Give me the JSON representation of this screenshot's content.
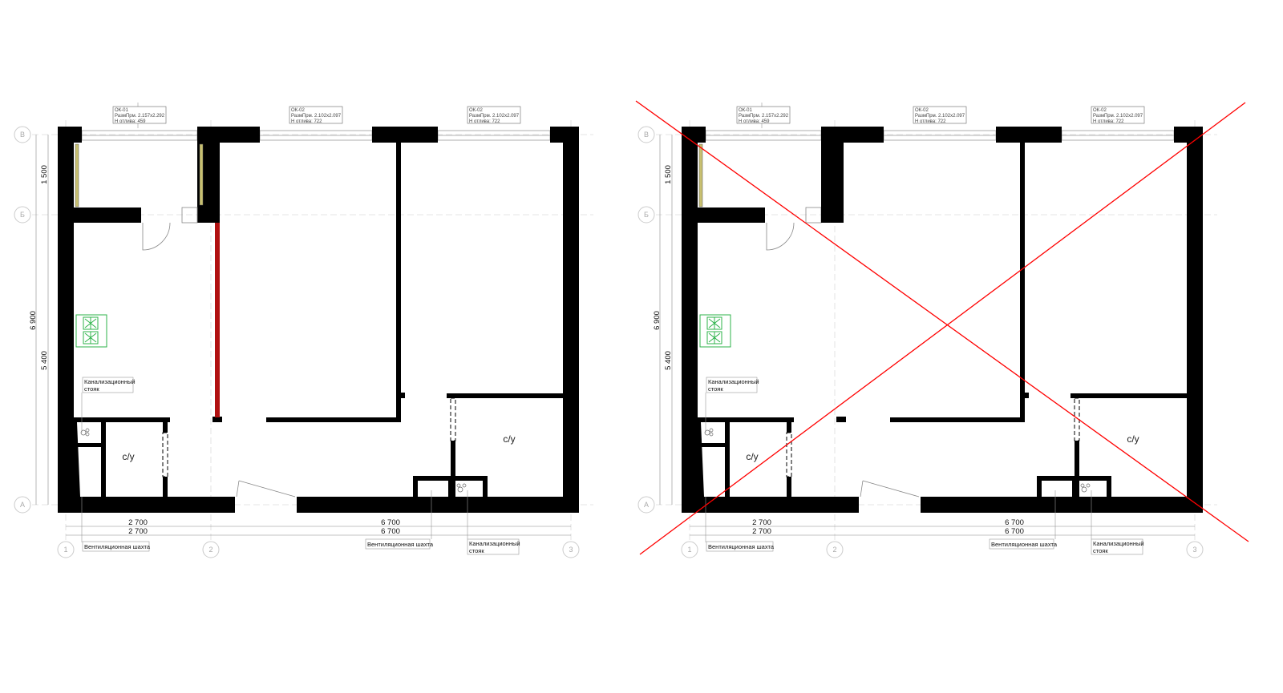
{
  "windows": [
    {
      "mark": "ОК-01",
      "size": "РазмПрм. 2.157x2.292",
      "sill": "Н отлива: 459"
    },
    {
      "mark": "ОК-02",
      "size": "РазмПрм. 2.102x2.097",
      "sill": "Н отлива: 722"
    },
    {
      "mark": "ОК-02",
      "size": "РазмПрм. 2.102x2.097",
      "sill": "Н отлива: 722"
    }
  ],
  "grid_axes": {
    "rows": [
      "В",
      "Б",
      "А"
    ],
    "cols": [
      "1",
      "2",
      "3"
    ]
  },
  "dimensions": {
    "v1": "1 500",
    "v_total": "6 900",
    "v2": "5 400",
    "h1": "2 700",
    "h1b": "2 700",
    "h2": "6 700",
    "h2b": "6 700"
  },
  "labels": {
    "sewer_riser_1": "Канализационный",
    "sewer_riser_2": "стояк",
    "vent_shaft": "Вентиляционная шахта",
    "bathroom": "с/у"
  },
  "colors": {
    "new_wall": "#b01010",
    "cross": "#ff0000",
    "stove": "#2db34a"
  }
}
